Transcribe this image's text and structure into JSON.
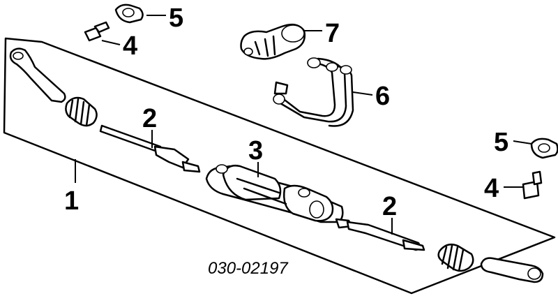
{
  "diagram": {
    "part_number": "030-02197",
    "callouts": {
      "assembly": "1",
      "tie_rod_left": "2",
      "tie_rod_right": "2",
      "rack_housing": "3",
      "bolt_top": "4",
      "bolt_right": "4",
      "bushing_top": "5",
      "bushing_right": "5",
      "line_set": "6",
      "valve_body": "7"
    }
  }
}
